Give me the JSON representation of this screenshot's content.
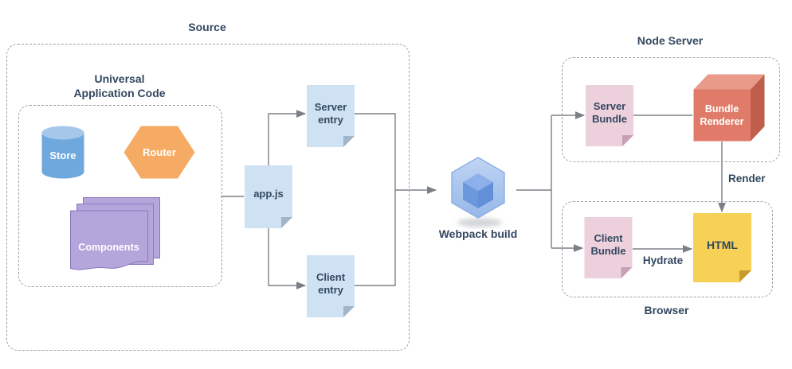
{
  "sections": {
    "source": "Source",
    "universal": "Universal Application Code",
    "node_server": "Node Server",
    "browser": "Browser"
  },
  "nodes": {
    "store": "Store",
    "router": "Router",
    "components": "Components",
    "app_js": "app.js",
    "server_entry": "Server entry",
    "client_entry": "Client entry",
    "webpack_build": "Webpack build",
    "server_bundle": "Server Bundle",
    "bundle_renderer": "Bundle Renderer",
    "client_bundle": "Client Bundle",
    "html": "HTML"
  },
  "edge_labels": {
    "render": "Render",
    "hydrate": "Hydrate"
  },
  "colors": {
    "text_navy": "#33475f",
    "line_gray": "#7b8087",
    "dash_gray": "#9ca1a8",
    "note_blue": "#cfe2f3",
    "note_blue_fold": "#a0b6c8",
    "note_pink": "#ecd1dd",
    "note_pink_fold": "#c7a0b3",
    "note_yellow": "#f6d155",
    "note_yellow_fold": "#c99b2e",
    "store_body": "#6fa8dc",
    "store_top": "#a5c8ea",
    "router_orange": "#f5ab63",
    "components_fill": "#b4a5da",
    "components_stroke": "#8a78c0",
    "renderer_front": "#e07b69",
    "renderer_top": "#e99a88",
    "renderer_right": "#c05e4c",
    "webpack_grad_top": "#bdd3f4",
    "webpack_grad_bottom": "#90b4e9",
    "webpack_stroke": "#84aade",
    "webpack_inner_top": "#8db0ea",
    "webpack_inner_left": "#6b97dd",
    "webpack_inner_right": "#6190d8"
  }
}
